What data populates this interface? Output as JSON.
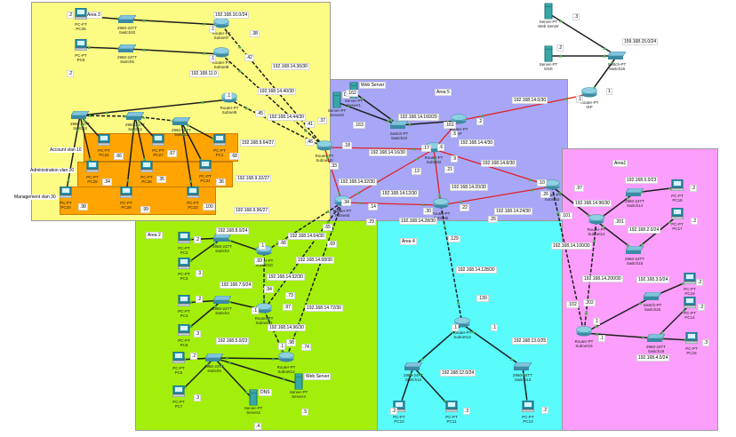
{
  "colors": {
    "area3": "#fcfc84",
    "area5": "#a8a6f7",
    "area2": "#a3ef0b",
    "area4": "#59fbfb",
    "area1": "#fc9efc",
    "vlan": "#ffa400",
    "serial_link": "#e02020",
    "ethernet_link": "#1e1e1e",
    "link_port": "#4caf50"
  },
  "areas": {
    "area3": "Area 3",
    "area5": "Area 5",
    "area2": "Area 2",
    "area4": "Area 4",
    "area1": "Area1"
  },
  "vlans": {
    "account": "Account vlan 10",
    "administration": "Administration vlan 20",
    "management": "Management vlan 30"
  },
  "devices": {
    "pc26": {
      "type": "PC-PT",
      "name": "PC26"
    },
    "pc8": {
      "type": "PC-PT",
      "name": "PC8"
    },
    "switch20": {
      "type": "2960-24TT",
      "name": "Switch20"
    },
    "switch6": {
      "type": "2960-24TT",
      "name": "Switch6"
    },
    "subnet7": {
      "type": "Router-PT",
      "name": "Subnet7"
    },
    "subnet8": {
      "type": "Router-PT",
      "name": "Subnet8"
    },
    "subnet9": {
      "type": "Router-PT",
      "name": "Subnet9"
    },
    "switch_a": {
      "type": "2960-24TT",
      "name": "Switch3"
    },
    "switch_b": {
      "type": "2960-24TT",
      "name": "Switch2"
    },
    "switch_c": {
      "type": "2960-24TT",
      "name": "Switch1"
    },
    "pc24": {
      "type": "PC-PT",
      "name": "PC24"
    },
    "pc27": {
      "type": "PC-PT",
      "name": "PC27"
    },
    "pc1": {
      "type": "PC-PT",
      "name": "PC1"
    },
    "pc25": {
      "type": "PC-PT",
      "name": "PC25"
    },
    "pc28": {
      "type": "PC-PT",
      "name": "PC28"
    },
    "pc22": {
      "type": "PC-PT",
      "name": "PC22"
    },
    "pc20": {
      "type": "PC-PT",
      "name": "PC20"
    },
    "pc29": {
      "type": "PC-PT",
      "name": "PC29"
    },
    "pc23": {
      "type": "PC-PT",
      "name": "PC23"
    },
    "subnet10": {
      "type": "Router-PT",
      "name": "Subnet10"
    },
    "server0": {
      "type": "Server-PT",
      "name": "Server0",
      "tag": "DNS"
    },
    "server1": {
      "type": "Server-PT",
      "name": "Server1",
      "tag": "Web Server"
    },
    "switch23": {
      "type": "Switch-PT",
      "name": "Switch23"
    },
    "isp_router": {
      "type": "Router-PT",
      "name": "ISP"
    },
    "subnet2": {
      "type": "Router-PT",
      "name": "Subnet2"
    },
    "subnet4": {
      "type": "Router-PT",
      "name": "Subnet4"
    },
    "subnet5": {
      "type": "Router-PT",
      "name": "Subnet5"
    },
    "subnet3": {
      "type": "Router-PT",
      "name": "Subnet3"
    },
    "web_server_isp": {
      "type": "Server-PT",
      "name": "Web Server"
    },
    "dns_isp": {
      "type": "Server-PT",
      "name": "DNS"
    },
    "switch26": {
      "type": "Switch-PT",
      "name": "Switch26"
    },
    "isp": {
      "type": "Router-PT",
      "name": "ISP"
    },
    "subnet14": {
      "type": "Router-PT",
      "name": "Subnet14"
    },
    "switch14": {
      "type": "2960-24TT",
      "name": "Switch14"
    },
    "switch16": {
      "type": "2960-24TT",
      "name": "Switch16"
    },
    "pc18": {
      "type": "PC-PT",
      "name": "PC18"
    },
    "pc17": {
      "type": "PC-PT",
      "name": "PC17"
    },
    "subnet15": {
      "type": "Router-PT",
      "name": "Subnet15"
    },
    "switch25": {
      "type": "Switch-PT",
      "name": "Switch25"
    },
    "switch19": {
      "type": "2960-24TT",
      "name": "Switch19"
    },
    "pc19": {
      "type": "PC-PT",
      "name": "PC19"
    },
    "pc14": {
      "type": "PC-PT",
      "name": "PC14"
    },
    "pc15": {
      "type": "PC-PT",
      "name": "PC15"
    },
    "pc2": {
      "type": "PC-PT",
      "name": "PC2"
    },
    "pc3": {
      "type": "PC-PT",
      "name": "PC3"
    },
    "switch2b": {
      "type": "2960-24TT",
      "name": "Switch2"
    },
    "subnet10b": {
      "type": "Router-PT",
      "name": "Subnet10"
    },
    "pc4": {
      "type": "PC-PT",
      "name": "PC4"
    },
    "pc5": {
      "type": "PC-PT",
      "name": "PC5"
    },
    "switch4": {
      "type": "2960-24TT",
      "name": "Switch4"
    },
    "subnet11": {
      "type": "Router-PT",
      "name": "Subnet11"
    },
    "pc6": {
      "type": "PC-PT",
      "name": "PC6"
    },
    "pc7": {
      "type": "PC-PT",
      "name": "PC7"
    },
    "switch5": {
      "type": "2960-24TT",
      "name": "Switch5"
    },
    "subnet12": {
      "type": "Router-PT",
      "name": "Subnet12"
    },
    "server2": {
      "type": "Server-PT",
      "name": "Server2",
      "tag": "DNS"
    },
    "server4": {
      "type": "Server-PT",
      "name": "Server4",
      "tag": "Web Server"
    },
    "subnet13": {
      "type": "Router-PT",
      "name": "Subnet13"
    },
    "switch12": {
      "type": "2960-24TT",
      "name": "Switch12"
    },
    "switch13": {
      "type": "2960-24TT",
      "name": "Switch13"
    },
    "pc10": {
      "type": "PC-PT",
      "name": "PC10"
    },
    "pc11": {
      "type": "PC-PT",
      "name": "PC11"
    },
    "pc13": {
      "type": "PC-PT",
      "name": "PC13"
    }
  },
  "network_labels": {
    "n_10": "192.168.10.0/24",
    "n_11": "192.168.11.0",
    "n_26": "192.168.14.36/30",
    "n_40": "192.168.14.40/30",
    "n_44": "192.168.14.44/30",
    "n_64a": "192.168.9.64/27",
    "n_32a": "192.168.9.32/27",
    "n_96a": "192.168.9.96/27",
    "n_160": "192.168.14.160/29",
    "n_0": "192.168.14.0/30",
    "n_4": "192.168.14.4/30",
    "n_16": "192.168.14.16/30",
    "n_8": "192.168.14.8/30",
    "n_32": "192.168.14.32/30",
    "n_12": "192.168.14.12/30",
    "n_20": "192.168.14.20/30",
    "n_28": "192.168.14.28/30",
    "n_24": "192.168.14.24/30",
    "n_isp": "159.168.15.0/24",
    "n_area1_0": "192.168.0.0/23",
    "n_area1_96": "192.168.14.96/30",
    "n_area1_2": "192.168.2.0/24",
    "n_area1_100": "192.168.14.100/30",
    "n_area1_200": "192.168.14.200/30",
    "n_area1_3": "192.168.3.0/24",
    "n_area1_4": "192.168.4.0/24",
    "n_area2_8": "192.168.8.0/24",
    "n_area2_64": "192.168.14.64/30",
    "n_area2_68": "192.168.14.68/30",
    "n_area2_92": "192.168.14.92/30",
    "n_area2_7": "192.168.7.0/24",
    "n_area2_72": "192.168.14.72/30",
    "n_area2_96": "192.168.14.96/30",
    "n_area2_5": "192.168.5.0/23",
    "n_area4_128": "192.168.14.128/30",
    "n_area4_12": "192.168.12.0/24",
    "n_area4_13": "192.168.13.0/25"
  },
  "ip_labels": {
    "a3_pc26": ".2",
    "a3_s7": ".1",
    "a3_38": ".38",
    "a3_42": ".42",
    "a3_pc8": ".2",
    "a3_s8": ".1",
    "a3_s9": ".1",
    "a3_45": ".45",
    "a3_41": ".41",
    "a3_37": ".37",
    "a3_46": ".46",
    "a3_pc24": ".66",
    "a3_pc27": ".67",
    "a3_pc1": ".68",
    "a3_pc25": ".34",
    "a3_pc28": ".35",
    "a3_pc22": ".36",
    "a3_pc20": ".98",
    "a3_pc29": ".99",
    "a3_pc23": ".100",
    "a5_162": ".162",
    "a5_163": ".163",
    "a5_161": ".161",
    "a5_2": ".2",
    "a5_5": ".5",
    "a5_6": ".6",
    "a5_18": ".18",
    "a5_17": ".17",
    "a5_9": ".9",
    "a5_33": ".33",
    "a5_13": ".13",
    "a5_21": ".21",
    "a5_10": ".10",
    "a5_34": ".34",
    "a5_14": ".14",
    "a5_29": ".29",
    "a5_30": ".30",
    "a5_22": ".22",
    "a5_26": ".26",
    "a5_25": ".25",
    "isp_web": ".3",
    "isp_dns": ".2",
    "isp_r": ".1",
    "isp_r1": "1",
    "a1_97": ".97",
    "a1_101": ".101",
    "a1_pc18": ".2",
    "a1_201": ".201",
    "a1_pc17": ".2",
    "a1_102": ".102",
    "a1_202": ".202",
    "a1_pc19": ".2",
    "a1_1a": ".1",
    "a1_1b": ".1",
    "a1_pc14": ".2",
    "a1_pc15": ".3",
    "a2_pc2": ".2",
    "a2_pc3": ".3",
    "a2_65": ".65",
    "a2_66": ".66",
    "a2_s10": ".1",
    "a2_93": ".93",
    "a2_69": ".69",
    "a2_94": ".94",
    "a2_73": ".73",
    "a2_97": ".97",
    "a2_pc4": ".2",
    "a2_pc5": ".3",
    "a2_s11": ".1",
    "a2_pc6": ".2",
    "a2_pc7": ".3",
    "a2_s12": ".1",
    "a2_98": ".98",
    "a2_74": ".74",
    "a2_dns": ".4",
    "a2_web": ".5",
    "a4_129": ".129",
    "a4_130": ".130",
    "a4_1a": ".1",
    "a4_1b": ".1",
    "a4_pc10": ".2",
    "a4_pc11": ".3",
    "a4_pc13": ".2"
  }
}
